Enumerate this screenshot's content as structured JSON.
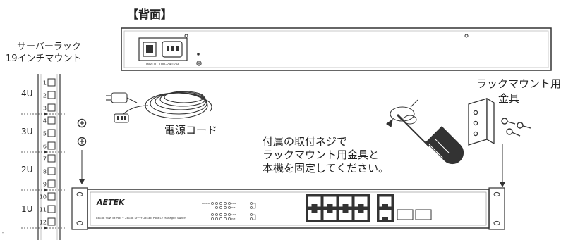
{
  "back_panel": {
    "title": "【背面】",
    "input_label": "INPUT: 100-240VAC"
  },
  "rack": {
    "title_line1": "サーバーラック",
    "title_line2": "19インチマウント",
    "units": [
      "4U",
      "3U",
      "2U",
      "1U"
    ],
    "slot_numbers": [
      "1",
      "2",
      "3",
      "4",
      "5",
      "6",
      "7",
      "8",
      "9",
      "10",
      "11",
      "12"
    ]
  },
  "power_cord": {
    "label": "電源コード"
  },
  "bracket": {
    "label_line1": "ラックマウント用",
    "label_line2": "金具"
  },
  "instructions": {
    "line1": "付属の取付ネジで",
    "line2": "ラックマウント用金具と",
    "line3": "本機を固定してください。"
  },
  "switch_front": {
    "brand": "AETEK",
    "model_text": "8xGbE 90W bt PoE + 2xGbE SFP + 2xGbE PoRt L2 Managed Switch",
    "led_labels": [
      "POWER",
      "LINK",
      "PoE",
      "LINK",
      "PoE"
    ]
  },
  "colors": {
    "line": "#333333",
    "light_line": "#777777",
    "fill": "#ffffff"
  }
}
